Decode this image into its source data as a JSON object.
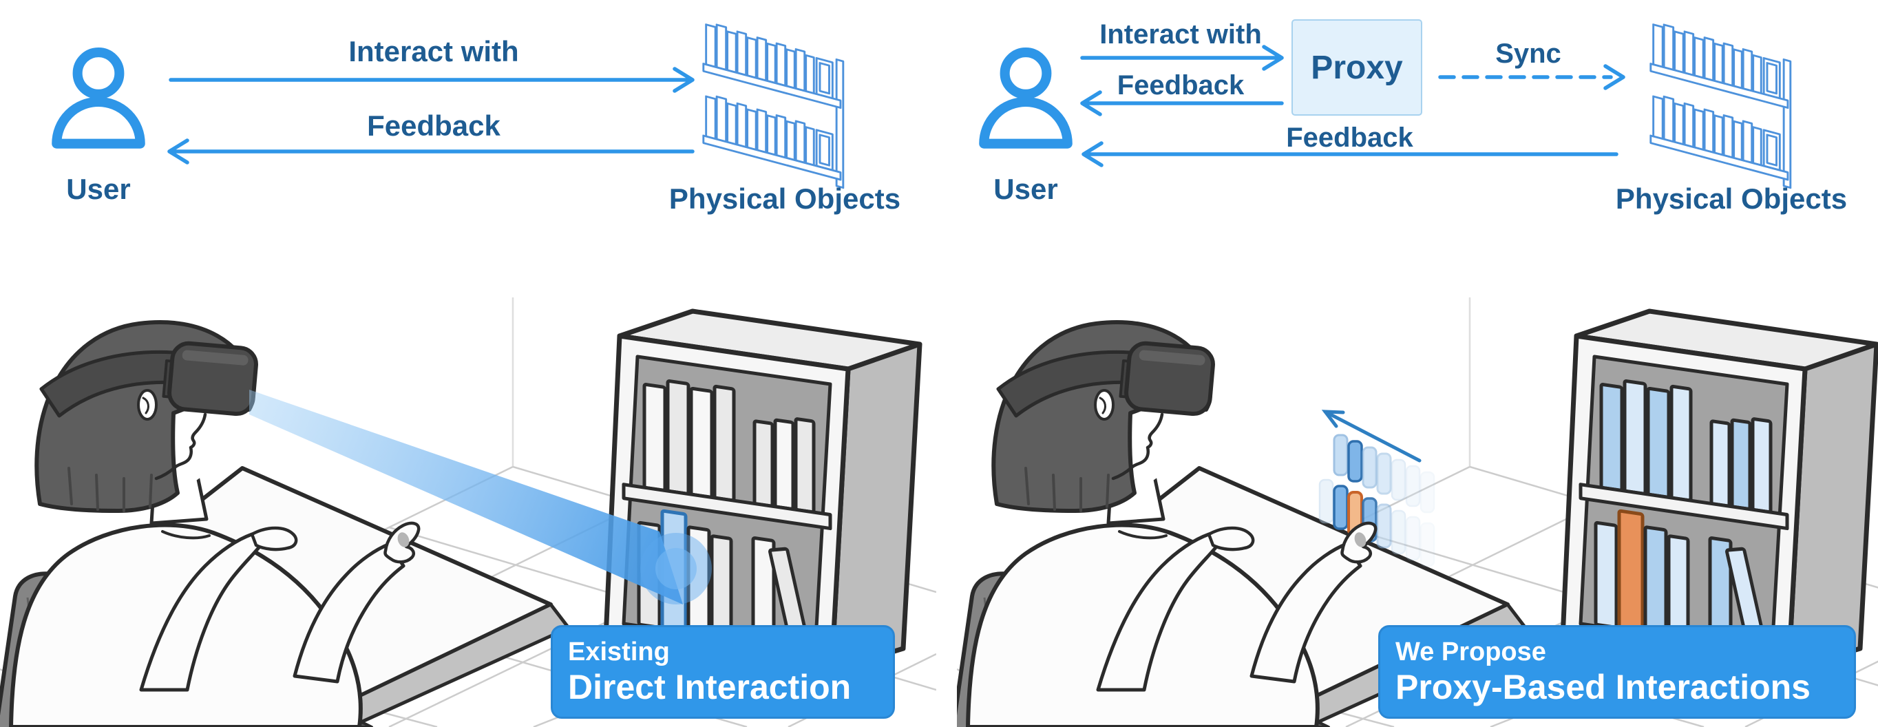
{
  "colors": {
    "schematic_blue": "#2e96e8",
    "label_navy": "#1e5c92",
    "badge_blue": "#3097e9",
    "proxy_box_fill": "#e2f1fc",
    "proxy_box_border": "#a8d2ef",
    "bookshelf_icon_blue": "#4d92dc",
    "highlight_orange": "#e8915a",
    "proxy_book_blue": "#7fb5e8",
    "beam_blue": "#6fb2ef"
  },
  "left_panel": {
    "schematic": {
      "user_label": "User",
      "objects_label": "Physical Objects",
      "interact_label": "Interact with",
      "feedback_label": "Feedback"
    },
    "badge": {
      "line1": "Existing",
      "line2": "Direct Interaction"
    }
  },
  "right_panel": {
    "schematic": {
      "user_label": "User",
      "proxy_label": "Proxy",
      "objects_label": "Physical Objects",
      "interact_label": "Interact with",
      "feedback_label": "Feedback",
      "sync_label": "Sync",
      "objects_feedback_label": "Feedback"
    },
    "badge": {
      "line1": "We Propose",
      "line2": "Proxy-Based Interactions"
    }
  },
  "icons": {
    "user": "user-icon",
    "bookshelf": "bookshelf-icon"
  }
}
